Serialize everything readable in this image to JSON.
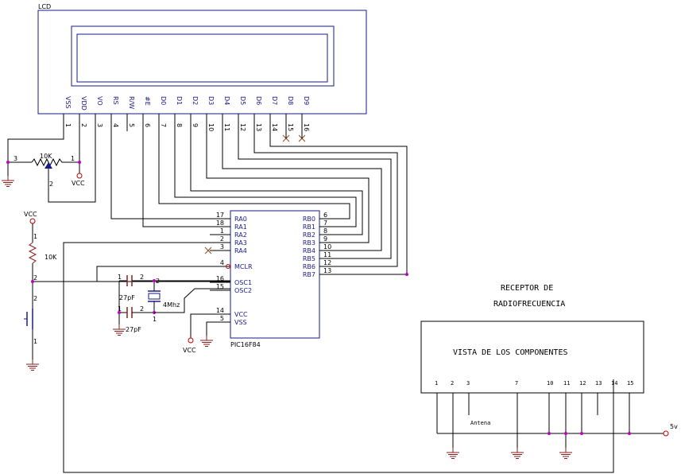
{
  "lcd": {
    "title": "LCD",
    "pins": [
      {
        "label": "VSS",
        "num": "1"
      },
      {
        "label": "VDD",
        "num": "2"
      },
      {
        "label": "VO",
        "num": "3"
      },
      {
        "label": "RS",
        "num": "4"
      },
      {
        "label": "R/W",
        "num": "5"
      },
      {
        "label": "#E",
        "num": "6"
      },
      {
        "label": "D0",
        "num": "7"
      },
      {
        "label": "D1",
        "num": "8"
      },
      {
        "label": "D2",
        "num": "9"
      },
      {
        "label": "D3",
        "num": "10"
      },
      {
        "label": "D4",
        "num": "11"
      },
      {
        "label": "D5",
        "num": "12"
      },
      {
        "label": "D6",
        "num": "13"
      },
      {
        "label": "D7",
        "num": "14"
      },
      {
        "label": "D8",
        "num": "15"
      },
      {
        "label": "D9",
        "num": "16"
      }
    ]
  },
  "pot": {
    "value": "10K",
    "pin1": "1",
    "pin2": "2",
    "pin3": "3",
    "vcc": "VCC"
  },
  "reset": {
    "vcc": "VCC",
    "resistor": "10K",
    "r_pin1": "1",
    "r_pin2": "2",
    "sw_pin2": "2",
    "sw_pin1": "1"
  },
  "pic": {
    "name": "PIC16F84",
    "left_pins": [
      {
        "label": "RA0",
        "num": "17"
      },
      {
        "label": "RA1",
        "num": "18"
      },
      {
        "label": "RA2",
        "num": "1"
      },
      {
        "label": "RA3",
        "num": "2"
      },
      {
        "label": "RA4",
        "num": "3"
      },
      {
        "label": "MCLR",
        "num": "4"
      },
      {
        "label": "OSC1",
        "num": "16"
      },
      {
        "label": "OSC2",
        "num": "15"
      },
      {
        "label": "VCC",
        "num": "14"
      },
      {
        "label": "VSS",
        "num": "5"
      }
    ],
    "right_pins": [
      {
        "label": "RB0",
        "num": "6"
      },
      {
        "label": "RB1",
        "num": "7"
      },
      {
        "label": "RB2",
        "num": "8"
      },
      {
        "label": "RB3",
        "num": "9"
      },
      {
        "label": "RB4",
        "num": "10"
      },
      {
        "label": "RB5",
        "num": "11"
      },
      {
        "label": "RB6",
        "num": "12"
      },
      {
        "label": "RB7",
        "num": "13"
      }
    ],
    "vcc": "VCC"
  },
  "osc": {
    "cap_top": "27pF",
    "cap_bottom": "27pF",
    "crystal": "4Mhz",
    "c1_p1": "1",
    "c1_p2": "2",
    "c2_p1": "1",
    "c2_p2": "2",
    "x_p2": "2",
    "x_p1": "1"
  },
  "receiver": {
    "title_line1": "RECEPTOR  DE",
    "title_line2": "RADIOFRECUENCIA",
    "caption": "VISTA  DE  LOS  COMPONENTES",
    "pins": [
      "1",
      "2",
      "3",
      "7",
      "10",
      "11",
      "12",
      "13",
      "14",
      "15"
    ],
    "antenna": "Antena",
    "supply": "5v"
  }
}
